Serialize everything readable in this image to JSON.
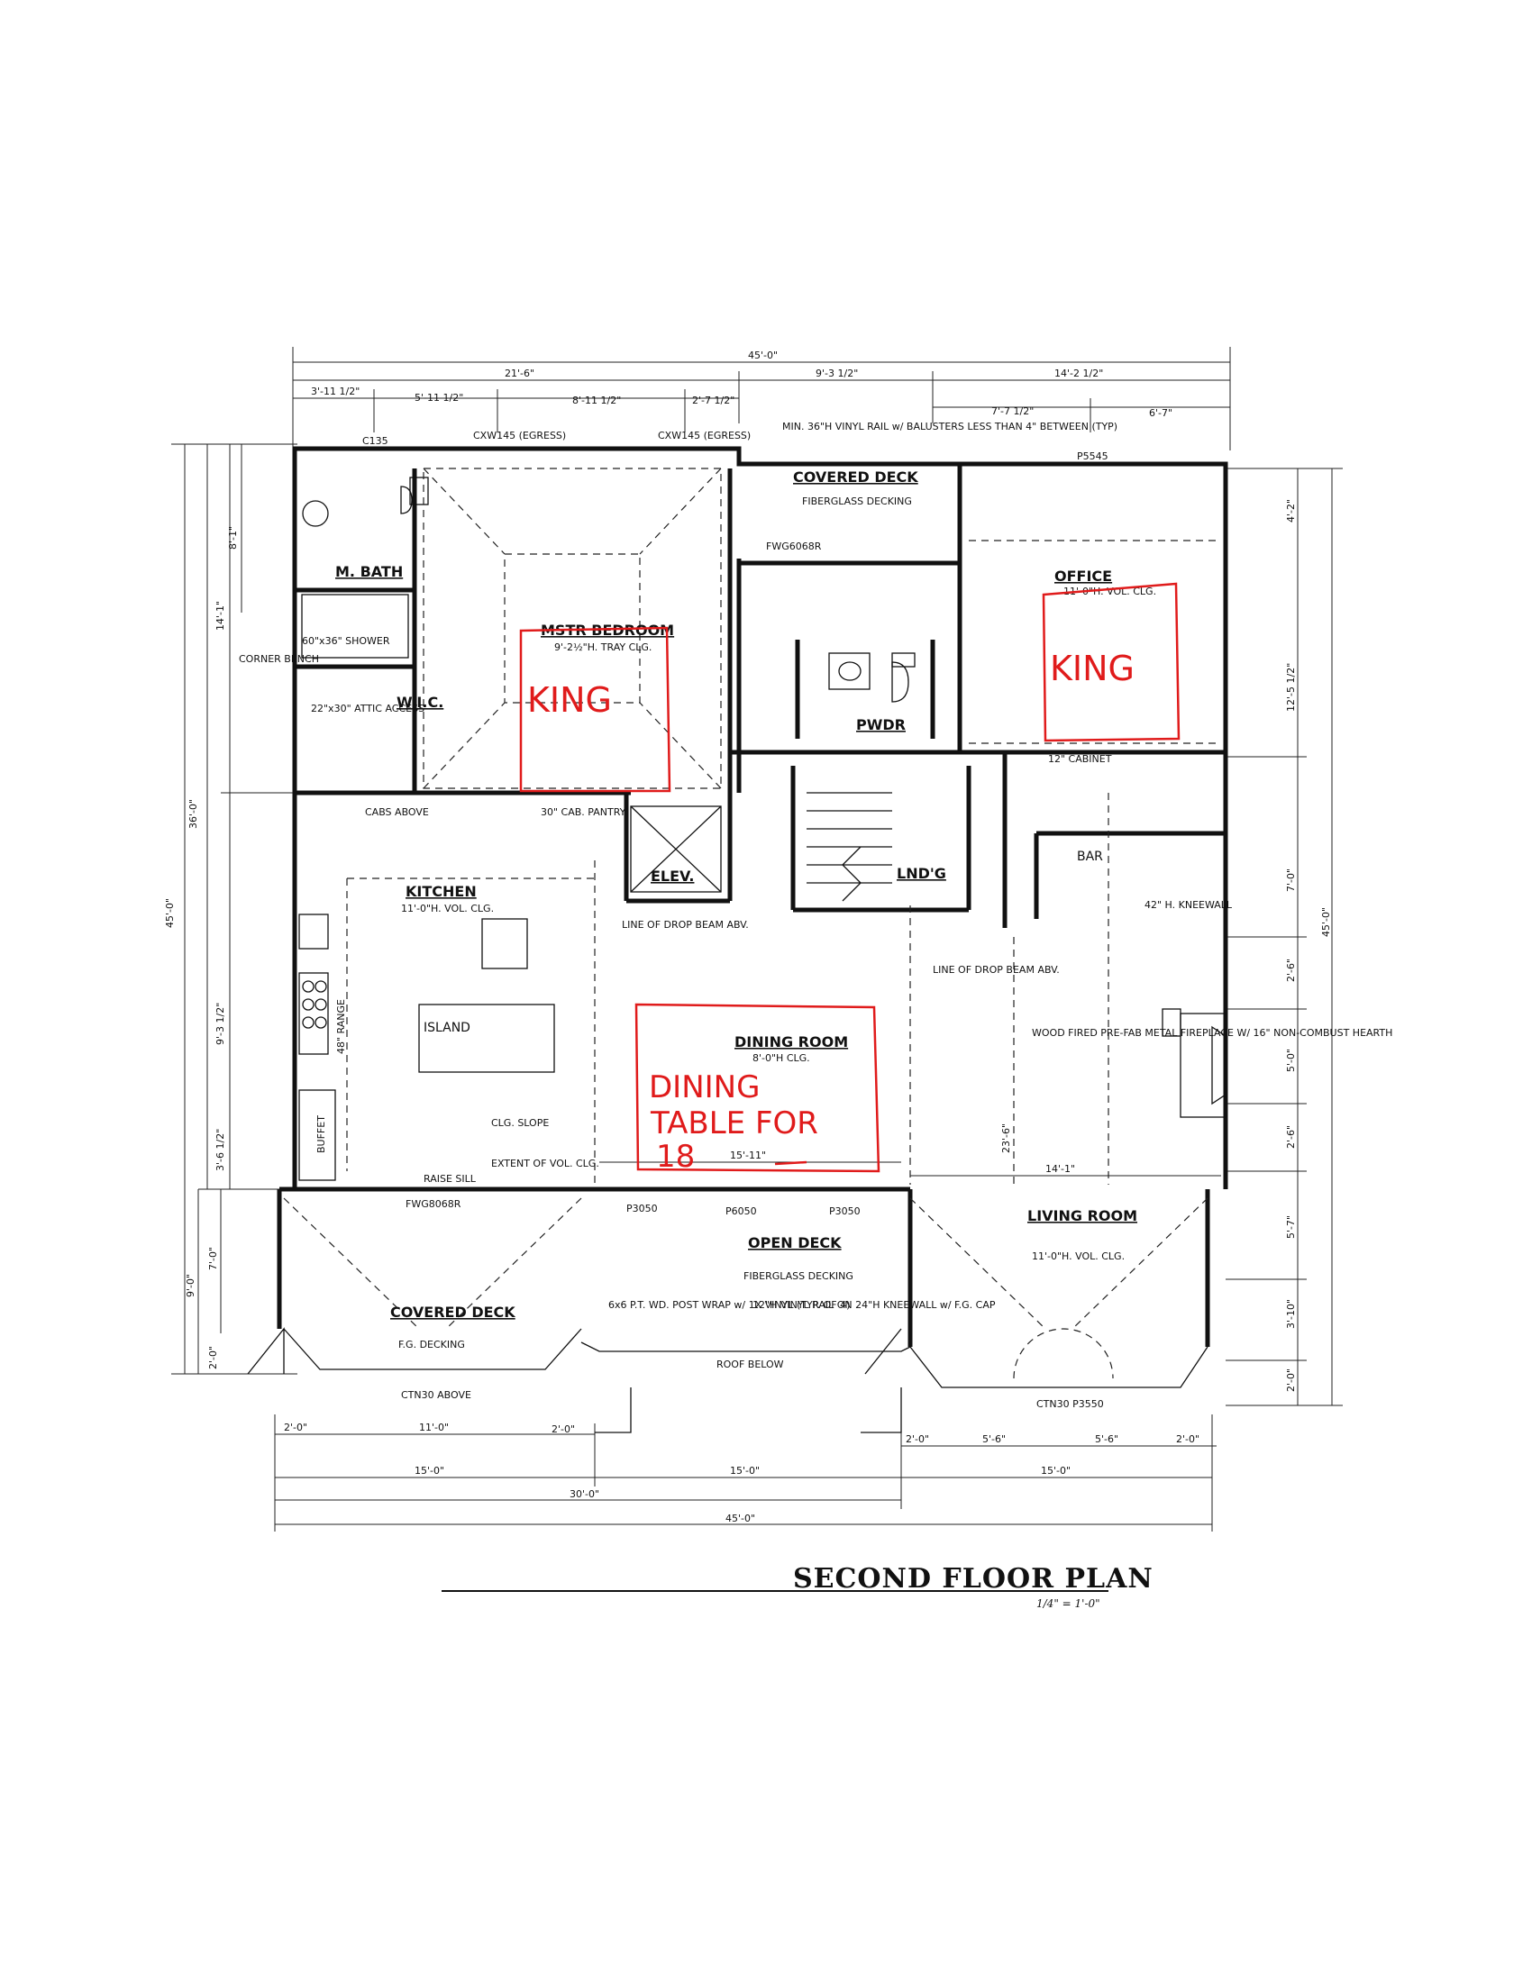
{
  "title": "SECOND FLOOR PLAN",
  "scale": "1/4\" = 1'-0\"",
  "rooms": {
    "m_bath": "M. BATH",
    "mstr_bedroom": "MSTR BEDROOM",
    "mstr_bedroom_note": "9'-2½\"H. TRAY CLG.",
    "covered_deck_top": "COVERED DECK",
    "covered_deck_top_note": "FIBERGLASS DECKING",
    "office": "OFFICE",
    "office_note": "11'-0\"H. VOL. CLG.",
    "pwdr": "PWDR",
    "wic": "W.I.C.",
    "kitchen": "KITCHEN",
    "kitchen_note": "11'-0\"H. VOL. CLG.",
    "island": "ISLAND",
    "elev": "ELEV.",
    "lndg": "LND'G",
    "bar": "BAR",
    "dining_room": "DINING ROOM",
    "dining_room_note": "8'-0\"H CLG.",
    "living_room": "LIVING ROOM",
    "living_room_note": "11'-0\"H. VOL. CLG.",
    "open_deck": "OPEN DECK",
    "open_deck_note": "FIBERGLASS DECKING",
    "covered_deck_bottom": "COVERED DECK",
    "covered_deck_bottom_note": "F.G. DECKING"
  },
  "notes": {
    "egress_left": "CXW145 (EGRESS)",
    "egress_right": "CXW145 (EGRESS)",
    "rail_note": "MIN. 36\"H VINYL RAIL w/ BALUSTERS LESS THAN 4\" BETWEEN (TYP)",
    "p5545": "P5545",
    "c135": "C135",
    "fireplace": "WOOD FIRED PRE-FAB METAL FIREPLACE W/ 16\" NON-COMBUST HEARTH",
    "kneewall": "42\" H. KNEEWALL",
    "cabinet": "12\" CABINET",
    "roof_below": "ROOF BELOW",
    "post_wrap": "6x6 P.T. WD. POST WRAP w/ 1X VINYL (TYP. OF 4)",
    "vinyl_rail": "12\"H VINYL RAIL ON 24\"H KNEEWALL w/ F.G. CAP",
    "ctn30_above": "CTN30 ABOVE",
    "ctn30": "CTN30 P3550",
    "drop_beam_1": "LINE OF DROP BEAM ABV.",
    "drop_beam_2": "LINE OF DROP BEAM ABV.",
    "shower": "60\"x36\" SHOWER",
    "attic": "22\"x30\" ATTIC ACCESS",
    "range": "48\" RANGE",
    "buffet": "BUFFET",
    "raise_sill": "RAISE SILL",
    "cabs_above": "CABS ABOVE",
    "cab_pantry": "30\" CAB. PANTRY",
    "fwg": "FWG8068R",
    "fwg_top": "FWG6068R",
    "p3050": "P3050",
    "p6050": "P6050",
    "p3050b": "P3050",
    "corner_bench": "CORNER BENCH",
    "extent_vol": "EXTENT OF VOL. CLG.",
    "clg_slope": "CLG. SLOPE"
  },
  "dimensions": {
    "overall_top": "45'-0\"",
    "top_left": "21'-6\"",
    "top_mid": "9'-3 1/2\"",
    "top_right": "14'-2 1/2\"",
    "top_sub1": "3'-11 1/2\"",
    "top_sub2": "5'-11 1/2\"",
    "top_sub3": "8'-11 1/2\"",
    "top_sub4": "2'-7 1/2\"",
    "top_sub5": "7'-7 1/2\"",
    "top_sub6": "6'-7\"",
    "bottom_overall": "45'-0\"",
    "bottom_30": "30'-0\"",
    "bottom_15a": "15'-0\"",
    "bottom_15b": "15'-0\"",
    "bottom_15c": "15'-0\"",
    "bottom_11": "11'-0\"",
    "bottom_2a": "2'-0\"",
    "bottom_2b": "2'-0\"",
    "bottom_55a": "5'-6\"",
    "bottom_55b": "5'-6\"",
    "bottom_2c": "2'-0\"",
    "bottom_2d": "2'-0\"",
    "left_overall": "45'-0\"",
    "left_36": "36'-0\"",
    "left_141": "14'-1\"",
    "left_81": "8'-1\"",
    "left_93": "9'-3 1/2\"",
    "left_36b": "3'-6 1/2\"",
    "left_9": "9'-0\"",
    "left_7": "7'-0\"",
    "left_2": "2'-0\"",
    "right_overall": "45'-0\"",
    "right_42": "4'-2\"",
    "right_125": "12'-5 1/2\"",
    "right_7": "7'-0\"",
    "right_26": "2'-6\"",
    "right_5": "5'-0\"",
    "right_26b": "2'-6\"",
    "right_57": "5'-7\"",
    "right_310": "3'-10\"",
    "right_2": "2'-0\"",
    "dining_w": "15'-11\"",
    "living_w": "14'-1\"",
    "lr_h": "23'-6\""
  },
  "handwritten": {
    "king_left": "KING",
    "king_right": "KING",
    "dining_line1": "DINING",
    "dining_line2": "TABLE FOR",
    "dining_line3": "18"
  },
  "colors": {
    "ink": "#111111",
    "markup": "#e01b1b"
  }
}
